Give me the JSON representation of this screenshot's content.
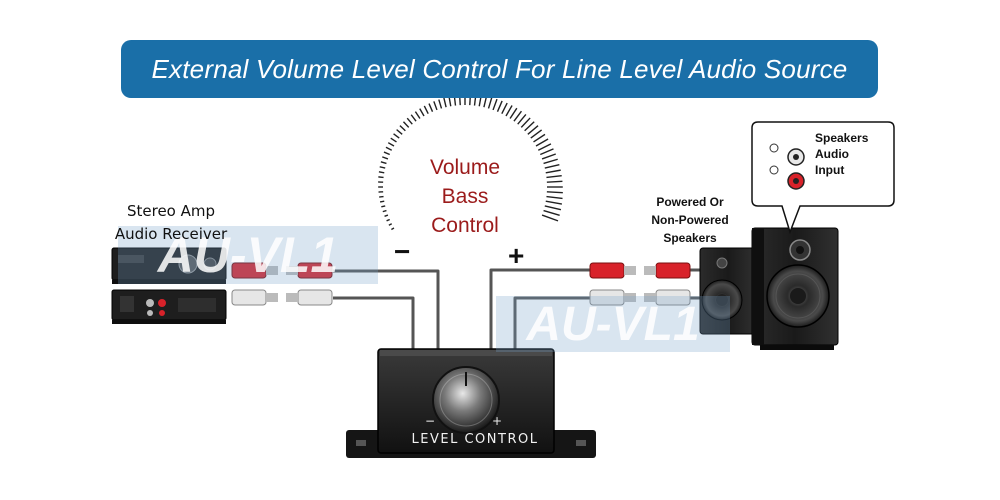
{
  "title": "External Volume Level Control For Line Level Audio Source",
  "source": {
    "line1": "Stereo Amp",
    "line2": "Audio Receiver"
  },
  "volume_control": {
    "line1": "Volume",
    "line2": "Bass",
    "line3": "Control",
    "minus": "−",
    "plus": "+"
  },
  "speakers": {
    "line1": "Powered Or",
    "line2": "Non-Powered",
    "line3": "Speakers"
  },
  "speaker_callout": {
    "line1": "Speakers",
    "line2": "Audio",
    "line3": "Input"
  },
  "watermark_text": "AU-VL1",
  "device": {
    "caption": "LEVEL CONTROL",
    "minus": "−",
    "plus": "+"
  },
  "colors": {
    "banner": "#1a6fa8",
    "volume_text": "#9b1b1b",
    "rca_red": "#d8222a",
    "rca_white": "#e6e6e6",
    "cable": "#555555"
  }
}
